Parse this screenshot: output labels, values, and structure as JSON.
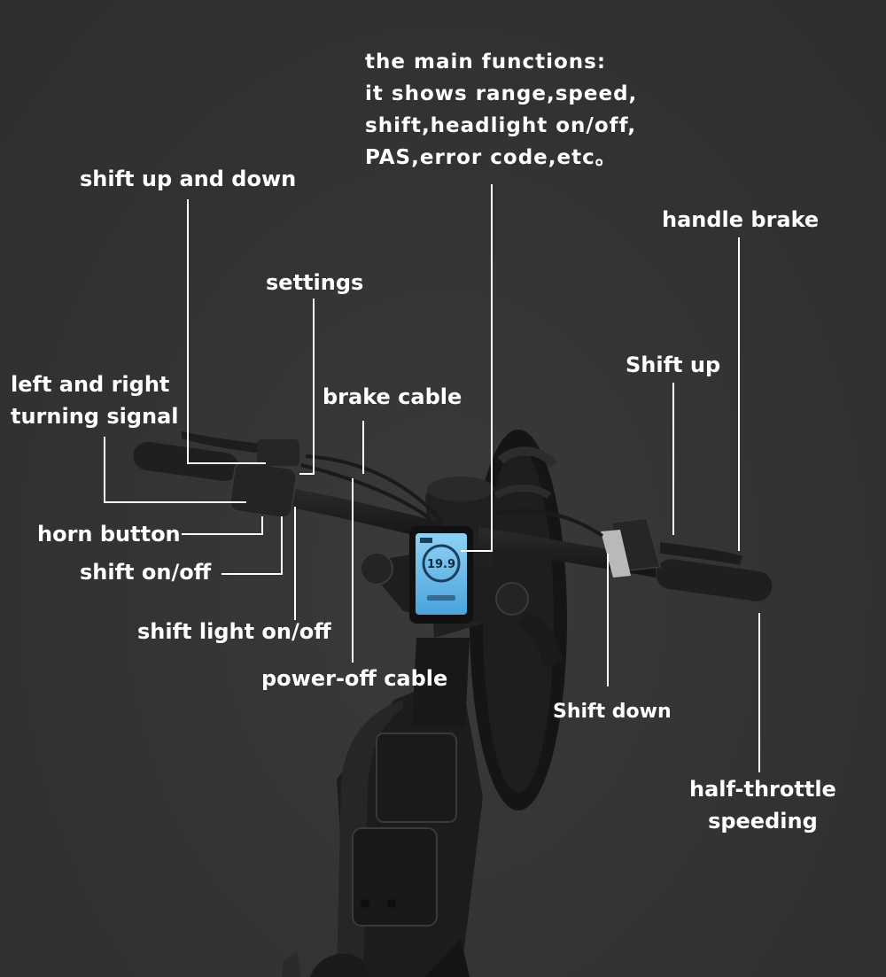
{
  "labels": {
    "main_functions": {
      "line1": "the main functions:",
      "line2": "it shows range,speed,",
      "line3": "shift,headlight on/off,",
      "line4": "PAS,error code,etc。"
    },
    "shift_up_down": "shift up and down",
    "handle_brake": "handle brake",
    "settings": "settings",
    "shift_up": "Shift up",
    "turning_signal": {
      "line1": "left and right",
      "line2": "turning signal"
    },
    "brake_cable": "brake cable",
    "horn_button": "horn button",
    "shift_on_off": "shift on/off",
    "shift_light_on_off": "shift light on/off",
    "power_off_cable": "power-off cable",
    "shift_down": "Shift down",
    "half_throttle": {
      "line1": "half-throttle",
      "line2": "speeding"
    }
  },
  "display": {
    "speed": "19.9"
  },
  "colors": {
    "background": "#333333",
    "text": "#ffffff",
    "screen": "#5fb4e6"
  }
}
